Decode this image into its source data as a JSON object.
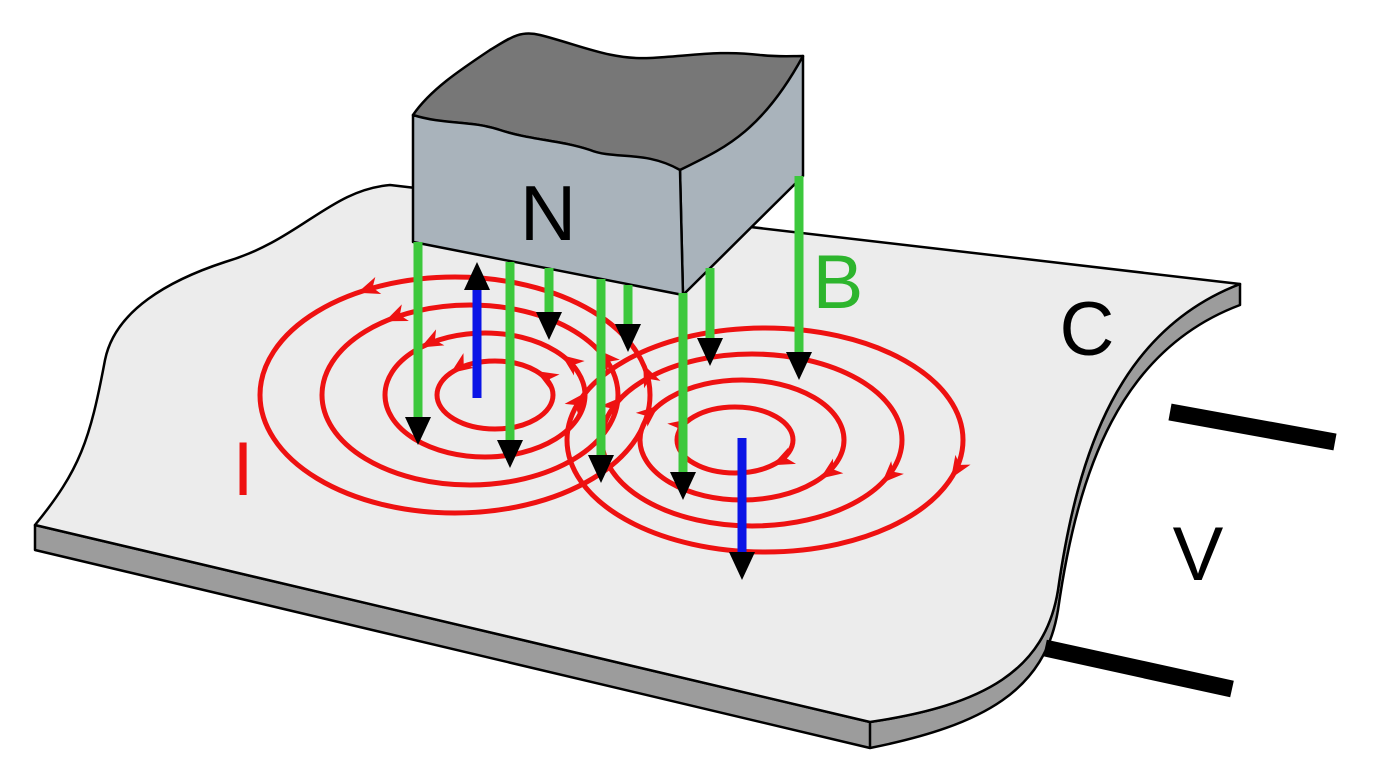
{
  "diagram": {
    "labels": {
      "north_pole": "N",
      "magnetic_field": "B",
      "conductor": "C",
      "eddy_current": "I",
      "velocity": "V"
    },
    "colors": {
      "sheet_top": "#ececec",
      "sheet_edge": "#9c9c9c",
      "magnet_front": "#a9b3bb",
      "magnet_top": "#777777",
      "field_line": "#3cc83c",
      "field_label": "#2db52d",
      "eddy_current": "#ee1111",
      "force_arrow": "#0a14e6",
      "arrowhead": "#000000",
      "velocity_bar": "#000000"
    }
  }
}
